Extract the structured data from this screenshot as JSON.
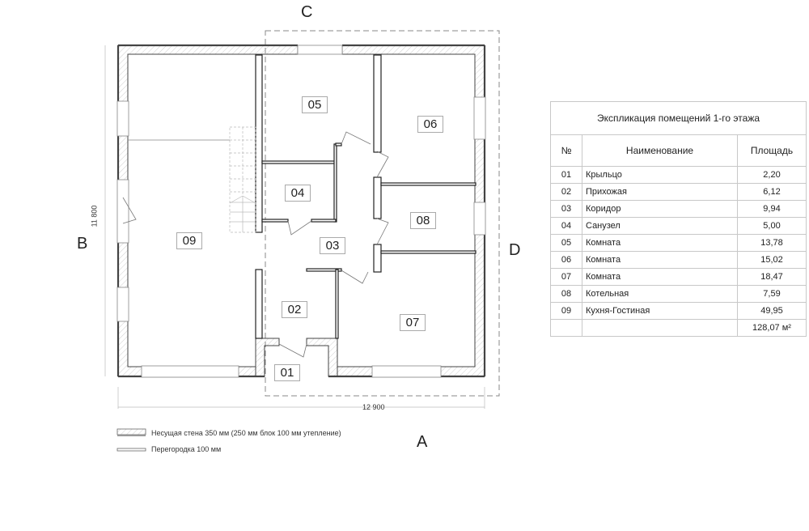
{
  "plan": {
    "axes": {
      "top": "C",
      "left": "B",
      "right": "D",
      "bottom": "A"
    },
    "dimensions": {
      "height": "11 800",
      "width": "12 900"
    },
    "rooms": [
      "05",
      "06",
      "04",
      "08",
      "03",
      "09",
      "02",
      "07",
      "01"
    ]
  },
  "legend": {
    "bearing_wall": "Несущая стена 350 мм (250 мм блок 100 мм утепление)",
    "partition": "Перегородка 100 мм"
  },
  "table": {
    "title": "Экспликация помещений 1-го этажа",
    "headers": [
      "№",
      "Наименование",
      "Площадь"
    ],
    "rows": [
      [
        "01",
        "Крыльцо",
        "2,20"
      ],
      [
        "02",
        "Прихожая",
        "6,12"
      ],
      [
        "03",
        "Коридор",
        "9,94"
      ],
      [
        "04",
        "Санузел",
        "5,00"
      ],
      [
        "05",
        "Комната",
        "13,78"
      ],
      [
        "06",
        "Комната",
        "15,02"
      ],
      [
        "07",
        "Комната",
        "18,47"
      ],
      [
        "08",
        "Котельная",
        "7,59"
      ],
      [
        "09",
        "Кухня-Гостиная",
        "49,95"
      ]
    ],
    "total": "128,07 м²"
  }
}
